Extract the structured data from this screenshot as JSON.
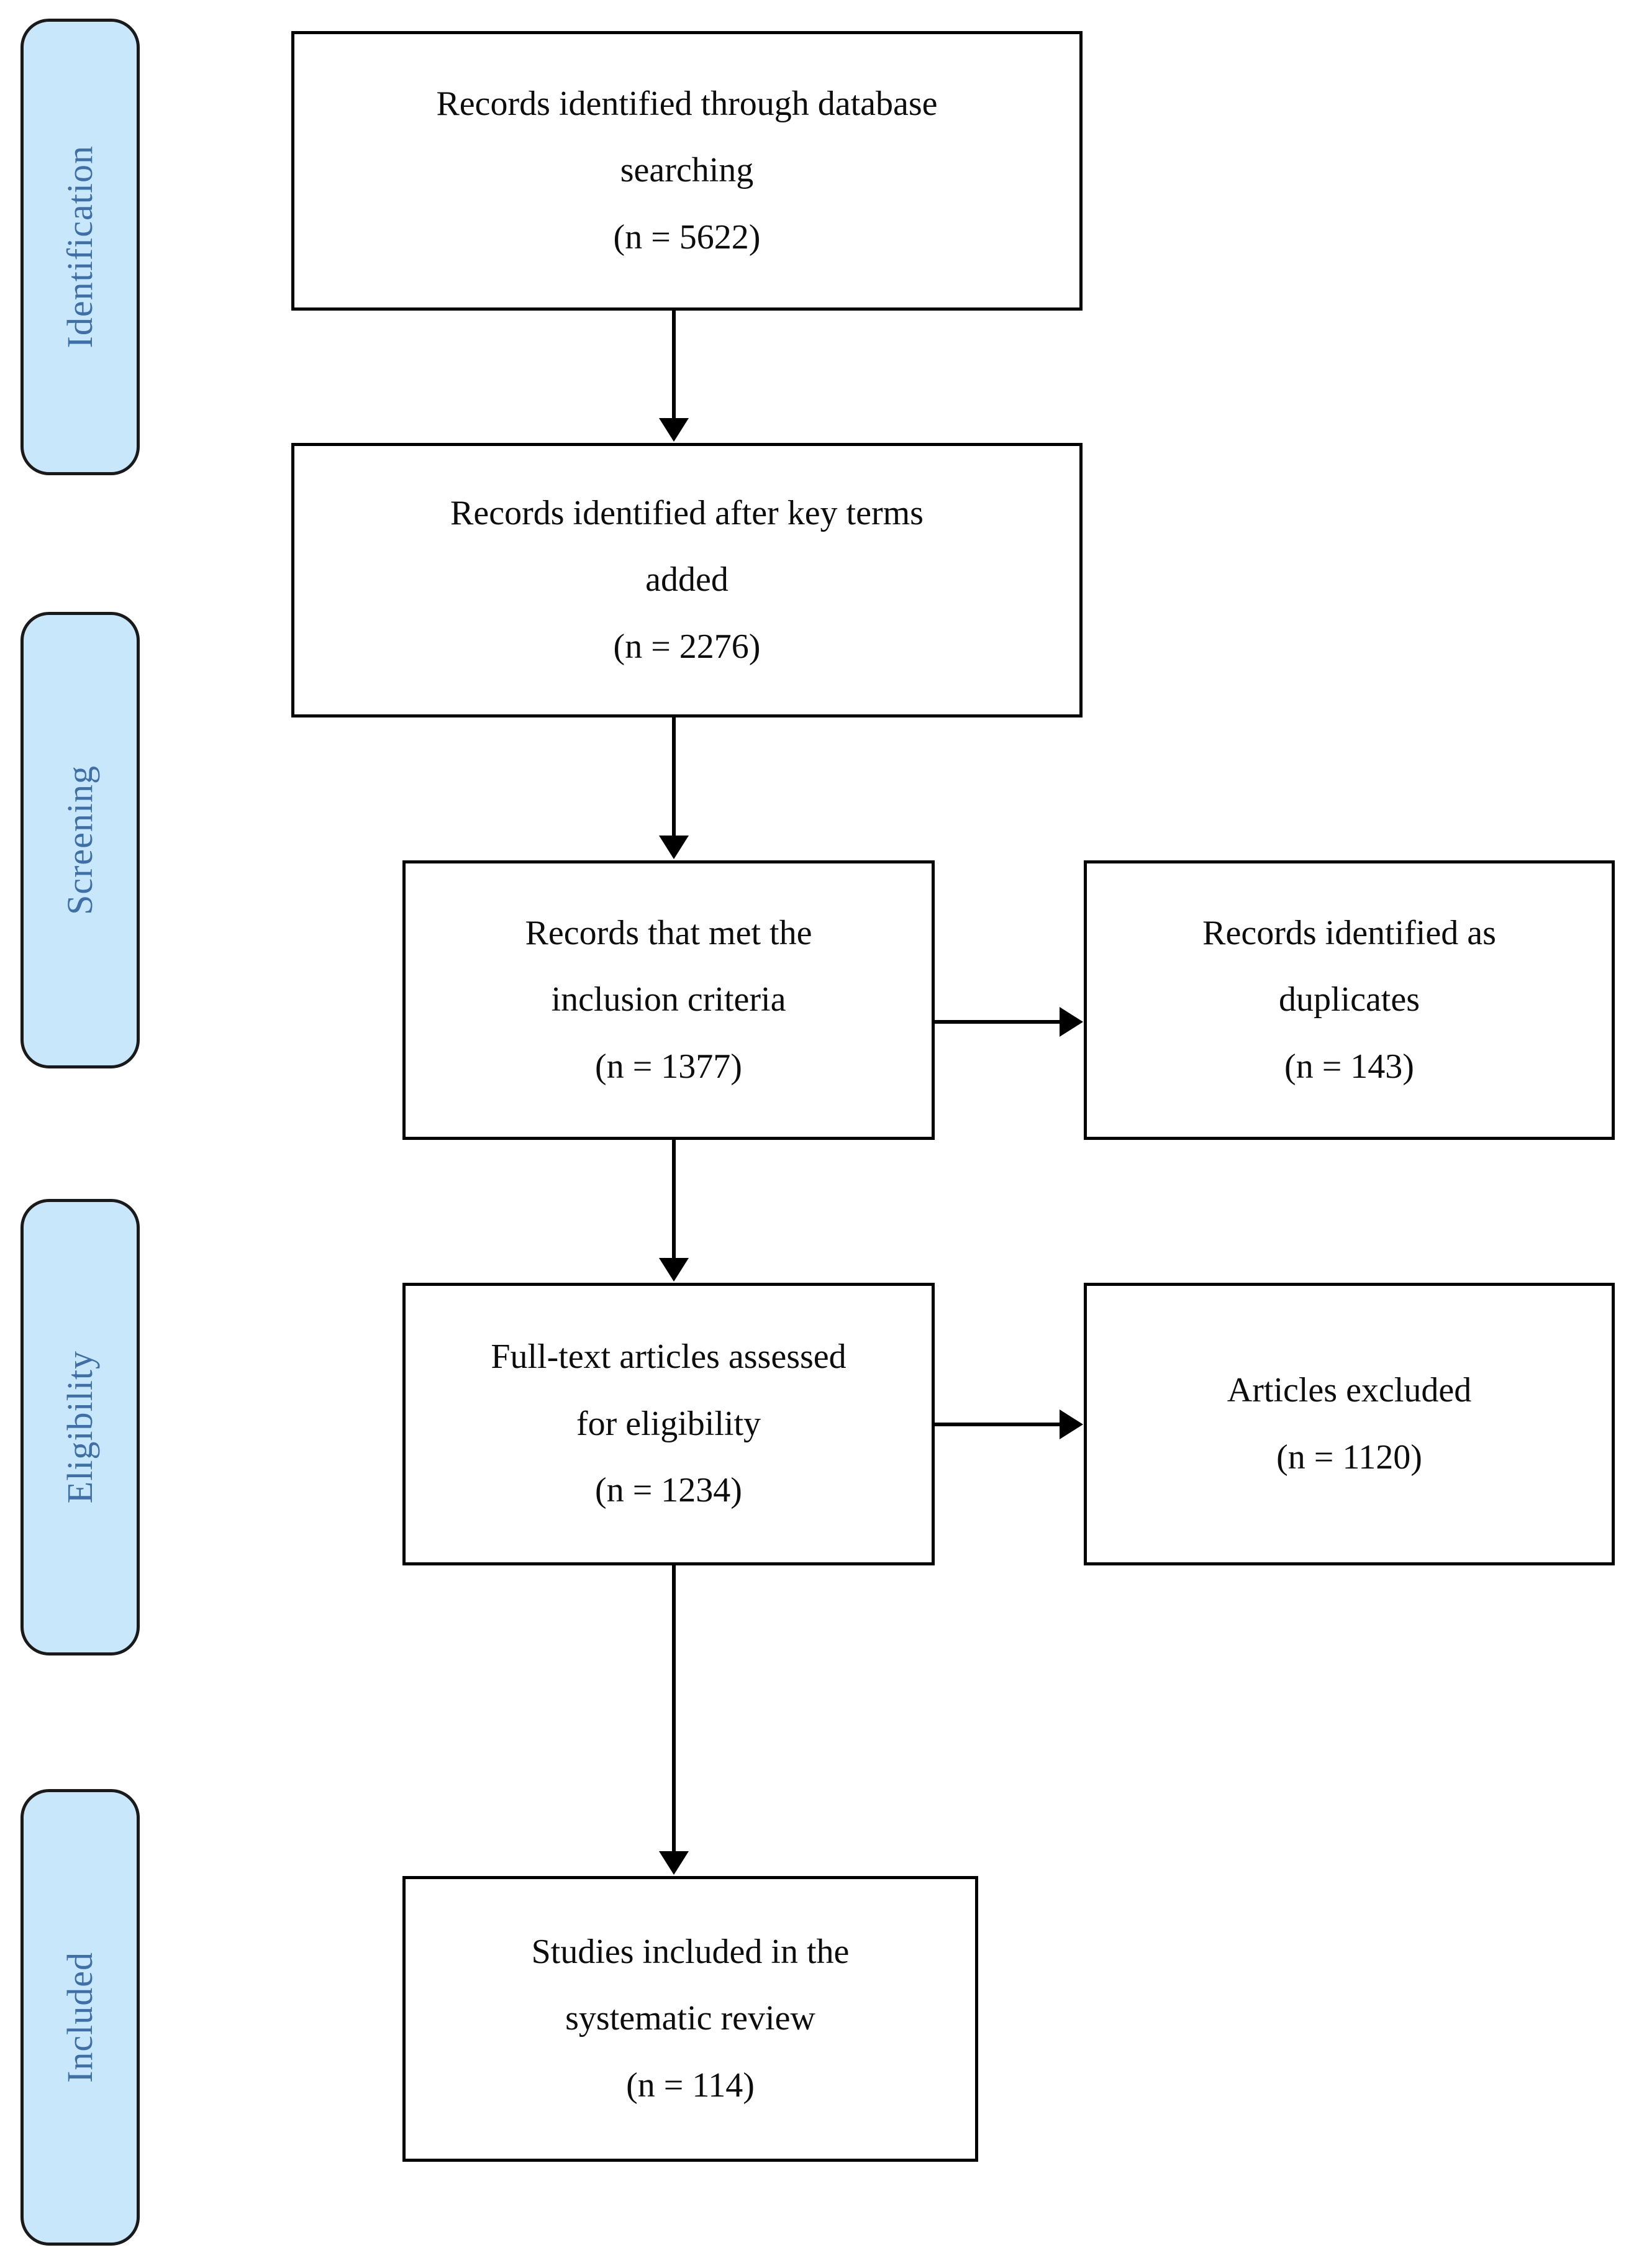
{
  "diagram": {
    "type": "prisma-flow-diagram",
    "colors": {
      "stage_pill_fill": "#c9e7fb",
      "stage_pill_border": "#1a1a1a",
      "stage_label_text": "#3f6fa8",
      "box_border": "#000000",
      "box_fill": "#ffffff",
      "box_text": "#0d0d0d",
      "connector": "#000000",
      "background": "#ffffff"
    },
    "stages": [
      {
        "id": "identification",
        "label": "Identification"
      },
      {
        "id": "screening",
        "label": "Screening"
      },
      {
        "id": "eligibility",
        "label": "Eligibility"
      },
      {
        "id": "included",
        "label": "Included"
      }
    ],
    "boxes": [
      {
        "id": "records-identified-database",
        "stage": "identification",
        "lines": [
          "Records identified through database",
          "searching",
          "(n = 5622)"
        ],
        "count_label": "(n = 5622)",
        "count": 5622
      },
      {
        "id": "records-after-key-terms",
        "stage": "screening",
        "lines": [
          "Records identified after key terms",
          "added",
          "(n = 2276)"
        ],
        "count_label": "(n = 2276)",
        "count": 2276
      },
      {
        "id": "records-met-inclusion-criteria",
        "stage": "screening",
        "lines": [
          "Records that met the",
          "inclusion criteria",
          "(n = 1377)"
        ],
        "count_label": "(n = 1377)",
        "count": 1377
      },
      {
        "id": "records-duplicates",
        "stage": "screening",
        "lines": [
          "Records identified as",
          "duplicates",
          "(n = 143)"
        ],
        "count_label": "(n = 143)",
        "count": 143
      },
      {
        "id": "fulltext-assessed-eligibility",
        "stage": "eligibility",
        "lines": [
          "Full-text articles assessed",
          "for eligibility",
          "(n = 1234)"
        ],
        "count_label": "(n = 1234)",
        "count": 1234
      },
      {
        "id": "articles-excluded",
        "stage": "eligibility",
        "lines": [
          "Articles excluded",
          "(n = 1120)"
        ],
        "count_label": "(n = 1120)",
        "count": 1120
      },
      {
        "id": "studies-included-systematic-review",
        "stage": "included",
        "lines": [
          "Studies included in the",
          "systematic review",
          "(n = 114)"
        ],
        "count_label": "(n = 114)",
        "count": 114
      }
    ],
    "connectors": [
      {
        "id": "arrow-1",
        "from": "records-identified-database",
        "to": "records-after-key-terms",
        "direction": "down"
      },
      {
        "id": "arrow-2",
        "from": "records-after-key-terms",
        "to": "records-met-inclusion-criteria",
        "direction": "down"
      },
      {
        "id": "arrow-3",
        "from": "records-met-inclusion-criteria",
        "to": "records-duplicates",
        "direction": "right"
      },
      {
        "id": "arrow-4",
        "from": "records-met-inclusion-criteria",
        "to": "fulltext-assessed-eligibility",
        "direction": "down"
      },
      {
        "id": "arrow-5",
        "from": "fulltext-assessed-eligibility",
        "to": "articles-excluded",
        "direction": "right"
      },
      {
        "id": "arrow-6",
        "from": "fulltext-assessed-eligibility",
        "to": "studies-included-systematic-review",
        "direction": "down"
      }
    ]
  }
}
